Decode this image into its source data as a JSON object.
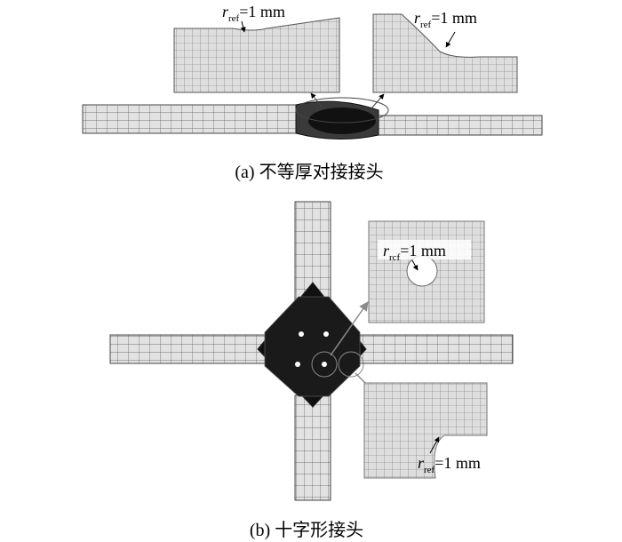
{
  "labels": {
    "r_symbol": "r",
    "ref_sub": "ref",
    "rcf_sub": "rcf",
    "eq_value": "=1 mm"
  },
  "captions": {
    "a": "(a) 不等厚对接接头",
    "b": "(b) 十字形接头"
  },
  "colors": {
    "mesh_fill": "#dcdcdc",
    "mesh_line": "#6a6a6a",
    "dense": "#111111",
    "arrow_gray": "#8a8a8a"
  }
}
